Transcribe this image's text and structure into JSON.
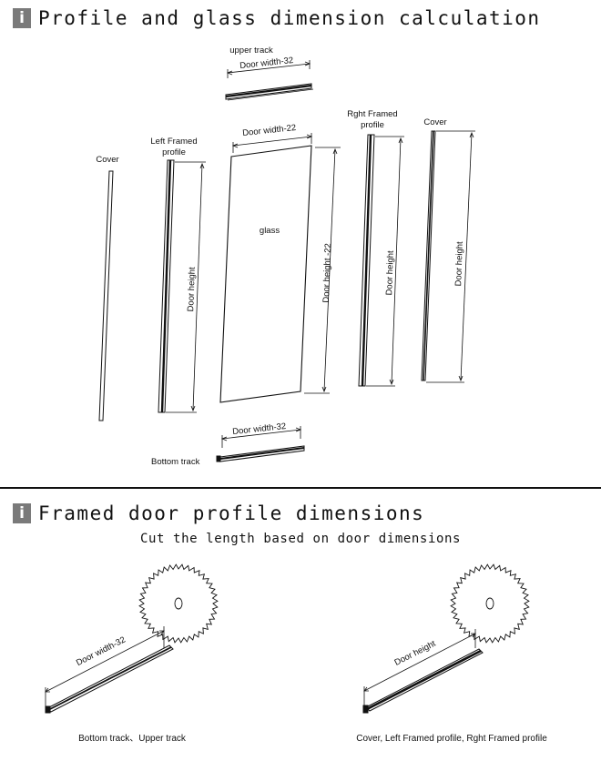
{
  "section1": {
    "icon": "info-icon",
    "title": "Profile and glass dimension calculation"
  },
  "parts": {
    "upper_track": "upper track",
    "upper_track_dim": "Door width-32",
    "glass_width_dim": "Door width-22",
    "rght_framed_profile_label": "Rght Framed profile",
    "cover_right": "Cover",
    "cover_left": "Cover",
    "left_framed_profile_label": "Left Framed profile",
    "glass": "glass",
    "door_height_left": "Door height",
    "glass_height_dim": "Door height -22",
    "door_height_rght": "Door height",
    "door_height_cover": "Door height",
    "bottom_track_dim": "Door width-32",
    "bottom_track": "Bottom track"
  },
  "section2": {
    "icon": "info-icon",
    "title": "Framed door profile dimensions",
    "subtitle": "Cut the length based on door dimensions"
  },
  "cutting": {
    "left_dim": "Door width-32",
    "left_caption": "Bottom track、Upper track",
    "right_dim": "Door height",
    "right_caption": "Cover,  Left Framed profile,  Rght Framed profile",
    "saw_icon": "saw-blade-icon"
  }
}
